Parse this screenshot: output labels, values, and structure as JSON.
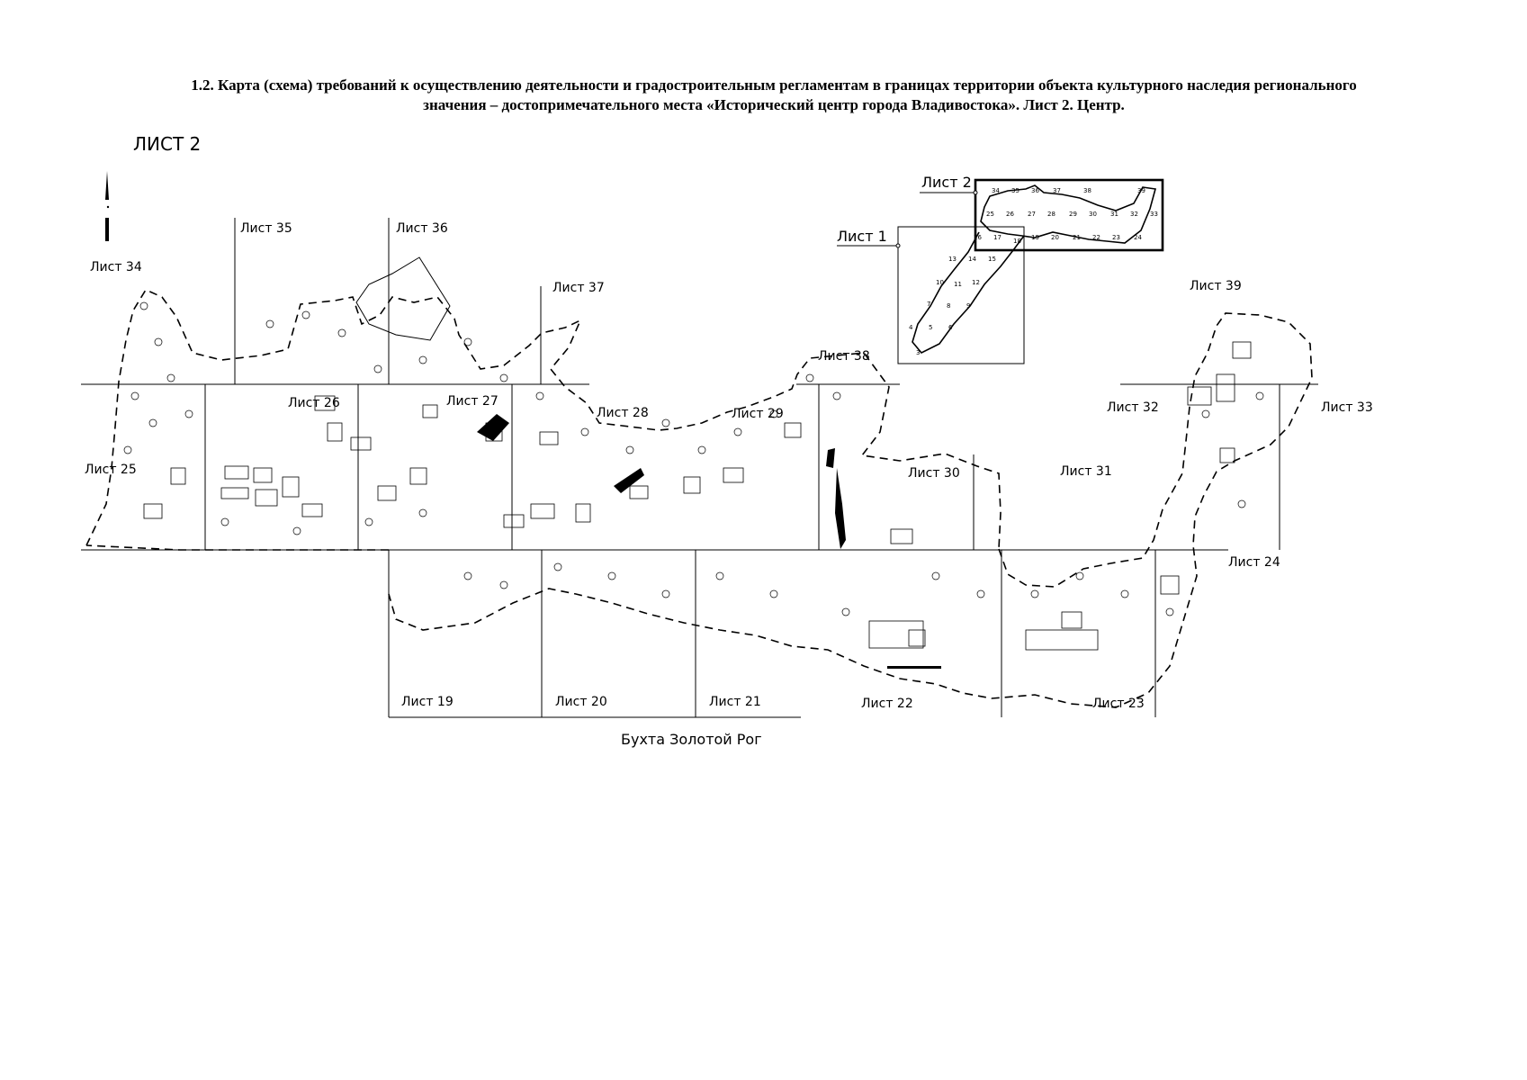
{
  "title": {
    "line1": "1.2. Карта (схема) требований к осуществлению деятельности и градостроительным регламентам в границах территории объекта культурного наследия регионального",
    "line2": "значения – достопримечательного места «Исторический центр города Владивостока». Лист 2. Центр."
  },
  "sheet_heading": "ЛИСТ 2",
  "sheet_labels": {
    "s19": "Лист 19",
    "s20": "Лист 20",
    "s21": "Лист 21",
    "s22": "Лист 22",
    "s23": "Лист 23",
    "s24": "Лист 24",
    "s25": "Лист 25",
    "s26": "Лист 26",
    "s27": "Лист 27",
    "s28": "Лист 28",
    "s29": "Лист 29",
    "s30": "Лист 30",
    "s31": "Лист 31",
    "s32": "Лист 32",
    "s33": "Лист 33",
    "s34": "Лист 34",
    "s35": "Лист 35",
    "s36": "Лист 36",
    "s37": "Лист 37",
    "s38": "Лист 38",
    "s39": "Лист 39"
  },
  "inset": {
    "label_sheet1": "Лист 1",
    "label_sheet2": "Лист 2",
    "sheet1_numbers": [
      "3",
      "4",
      "5",
      "6",
      "7",
      "8",
      "9",
      "10",
      "11",
      "12",
      "13",
      "14",
      "15",
      "16",
      "17",
      "18"
    ],
    "sheet2_numbers": [
      "19",
      "20",
      "21",
      "22",
      "23",
      "24",
      "25",
      "26",
      "27",
      "28",
      "29",
      "30",
      "31",
      "32",
      "33",
      "34",
      "35",
      "36",
      "37",
      "38",
      "39"
    ]
  },
  "bay_label": "Бухта Золотой Рог",
  "colors": {
    "ink": "#000000",
    "paper": "#ffffff"
  },
  "icons": {
    "north_arrow": "north-arrow-icon"
  }
}
